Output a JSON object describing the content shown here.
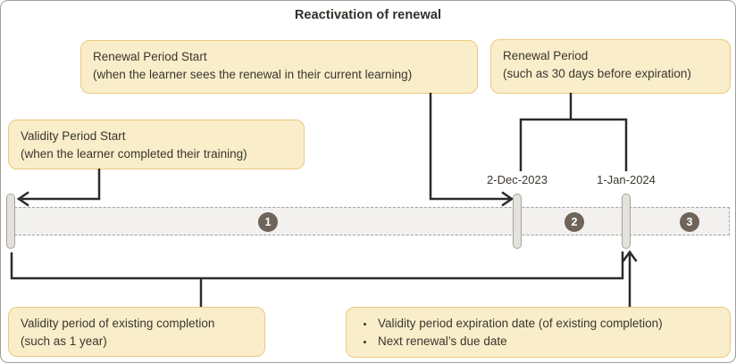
{
  "title": "Reactivation of renewal",
  "callouts": {
    "renewal_period_start": {
      "line1": "Renewal Period Start",
      "line2": "(when the learner sees the renewal in their current learning)"
    },
    "renewal_period": {
      "line1": "Renewal Period",
      "line2": "(such as 30 days before expiration)"
    },
    "validity_period_start": {
      "line1": "Validity Period Start",
      "line2": "(when the learner completed their training)"
    },
    "validity_existing_completion": {
      "line1": "Validity period of existing completion",
      "line2": "(such as 1 year)"
    },
    "expiration_notes": {
      "items": [
        "Validity period expiration date (of existing completion)",
        "Next renewal’s due date"
      ]
    }
  },
  "timeline": {
    "dates": [
      "2-Dec-2023",
      "1-Jan-2024"
    ],
    "phase_badges": [
      "1",
      "2",
      "3"
    ]
  },
  "colors": {
    "callout_fill": "#faeeca",
    "callout_border": "#ecc87e",
    "text": "#3a352f",
    "title": "#322e29",
    "line": "#2b2b2b",
    "band_fill": "#f2f1ef",
    "band_border": "#a6a29c",
    "marker_fill": "#e4e2dd",
    "marker_border": "#a7a29b",
    "badge_fill": "#6e6459",
    "badge_text": "#ffffff",
    "frame_border": "#a29e99"
  }
}
